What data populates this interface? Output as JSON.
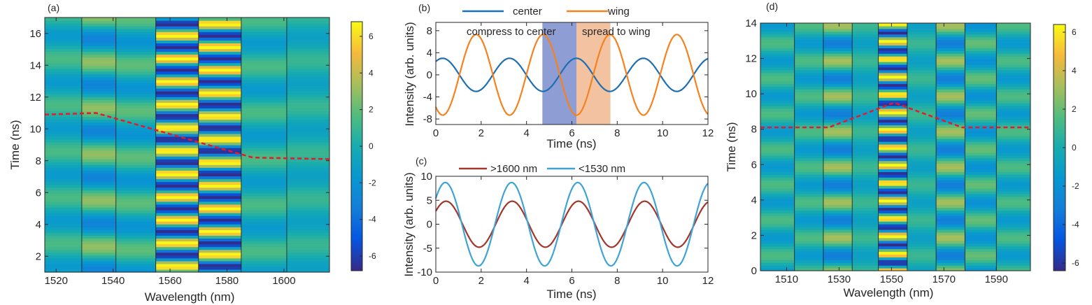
{
  "colors": {
    "center": "#1f6fb5",
    "wing": "#f5821f",
    "long_wl": "#a3362b",
    "short_wl": "#3fa3d6",
    "red_dash": "#e8192c",
    "compress_shade": "#7a8ccc",
    "spread_shade": "#f0b48a"
  },
  "colormap": "parula",
  "chart_data": [
    {
      "panel": "(a)",
      "type": "heatmap",
      "xlabel": "Wavelength (nm)",
      "ylabel": "Time (ns)",
      "xlim": [
        1516,
        1616
      ],
      "ylim": [
        1,
        17
      ],
      "xticks": [
        1520,
        1540,
        1560,
        1580,
        1600
      ],
      "yticks": [
        2,
        4,
        6,
        8,
        10,
        12,
        14,
        16
      ],
      "clim": [
        -6.8,
        6.8
      ],
      "colorbar_ticks": [
        6,
        4,
        2,
        0,
        -2,
        -4,
        -6
      ],
      "band_edges": [
        1516,
        1529,
        1541,
        1555,
        1570,
        1585,
        1601,
        1616
      ],
      "bands": [
        {
          "amplitude": 1.5,
          "period": 2.9,
          "phase": 0.2
        },
        {
          "amplitude": 3.0,
          "period": 2.9,
          "phase": 0.6
        },
        {
          "amplitude": 2.0,
          "period": 2.9,
          "phase": 1.0
        },
        {
          "amplitude": 6.8,
          "period": 1.45,
          "phase": 0.3
        },
        {
          "amplitude": -6.8,
          "period": 1.45,
          "phase": 0.3
        },
        {
          "amplitude": 1.5,
          "period": 2.9,
          "phase": 1.2
        },
        {
          "amplitude": 1.0,
          "period": 2.9,
          "phase": 0.4
        }
      ],
      "trace": {
        "x": [
          1516,
          1534,
          1589,
          1616
        ],
        "y": [
          10.9,
          11.0,
          8.2,
          8.1
        ]
      }
    },
    {
      "panel": "(b)",
      "type": "line",
      "xlabel": "Time (ns)",
      "ylabel": "Intensity (arb. units)",
      "xlim": [
        0,
        12
      ],
      "ylim": [
        -9,
        9.5
      ],
      "xticks": [
        0,
        2,
        4,
        6,
        8,
        10,
        12
      ],
      "yticks": [
        8,
        4,
        0,
        -4,
        -8
      ],
      "legend": [
        "center",
        "wing"
      ],
      "shaded": [
        {
          "from": 4.7,
          "to": 6.2,
          "label": "compress to center"
        },
        {
          "from": 6.2,
          "to": 7.7,
          "label": "spread to wing"
        }
      ],
      "series": [
        {
          "name": "center",
          "amplitude": 3,
          "period": 2.95,
          "peak_at": 0.3
        },
        {
          "name": "wing",
          "amplitude": 7.3,
          "period": 2.95,
          "peak_at": 1.78
        }
      ]
    },
    {
      "panel": "(c)",
      "type": "line",
      "xlabel": "Time (ns)",
      "ylabel": "Intensity (arb. units)",
      "xlim": [
        0,
        12
      ],
      "ylim": [
        -10,
        10
      ],
      "xticks": [
        0,
        2,
        4,
        6,
        8,
        10,
        12
      ],
      "yticks": [
        10,
        5,
        0,
        -5,
        -10
      ],
      "legend": [
        ">1600 nm",
        "<1530 nm"
      ],
      "series": [
        {
          "name": ">1600 nm",
          "amplitude": 4.8,
          "period": 2.92,
          "peak_at": 0.45
        },
        {
          "name": "<1530 nm",
          "amplitude": 8.7,
          "period": 2.92,
          "peak_at": 0.42
        }
      ]
    },
    {
      "panel": "(d)",
      "type": "heatmap",
      "xlabel": "Wavelength (nm)",
      "ylabel": "Time (ns)",
      "xlim": [
        1500,
        1603
      ],
      "ylim": [
        0,
        14
      ],
      "xticks": [
        1510,
        1530,
        1550,
        1570,
        1590
      ],
      "yticks": [
        0,
        2,
        4,
        6,
        8,
        10,
        12,
        14
      ],
      "clim": [
        -6.4,
        6.4
      ],
      "colorbar_ticks": [
        6,
        4,
        2,
        0,
        -2,
        -4,
        -6
      ],
      "band_edges": [
        1500,
        1513,
        1524,
        1535,
        1545,
        1556,
        1567,
        1578,
        1590,
        1603
      ],
      "bands": [
        {
          "amplitude": -1.5,
          "period": 2.0,
          "phase": 0.4
        },
        {
          "amplitude": 1.5,
          "period": 2.0,
          "phase": 0.4
        },
        {
          "amplitude": 3.2,
          "period": 2.0,
          "phase": 0.4
        },
        {
          "amplitude": 1.0,
          "period": 2.0,
          "phase": 0.4
        },
        {
          "amplitude": 6.4,
          "period": 1.0,
          "phase": 0.2
        },
        {
          "amplitude": -1.0,
          "period": 2.0,
          "phase": 0.4
        },
        {
          "amplitude": 3.2,
          "period": 2.0,
          "phase": 0.4
        },
        {
          "amplitude": -2.0,
          "period": 2.0,
          "phase": 0.4
        },
        {
          "amplitude": 1.5,
          "period": 2.0,
          "phase": 0.4
        }
      ],
      "trace": {
        "x": [
          1500,
          1526,
          1551,
          1577,
          1603
        ],
        "y": [
          8.1,
          8.1,
          9.5,
          8.1,
          8.1
        ]
      }
    }
  ]
}
